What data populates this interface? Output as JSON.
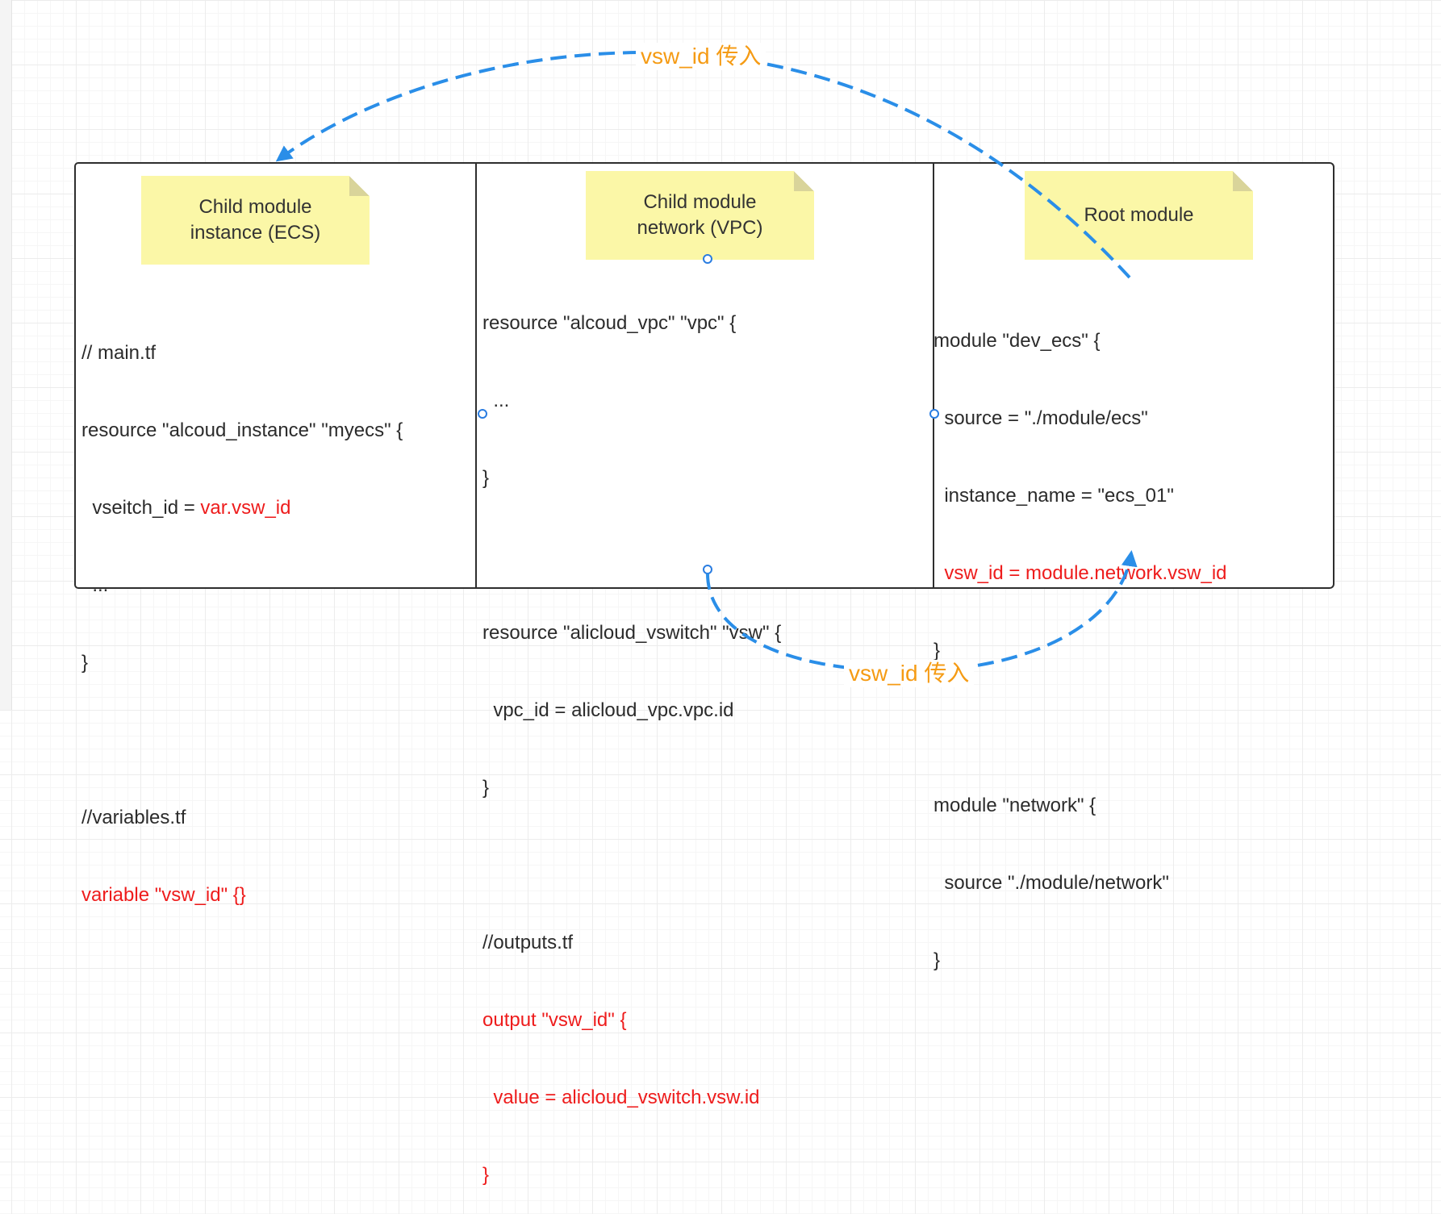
{
  "colors": {
    "panel_border": "#2e2e2e",
    "note_fill": "#fbf7a7",
    "code_text": "#2b2b2b",
    "highlight_text": "#ee1c1c",
    "arrow_stroke": "#2a8ee8",
    "arrow_label": "#f59b14",
    "connector": "#2a7de1"
  },
  "panels": {
    "ecs": {
      "note": "Child module\ninstance (ECS)",
      "code": [
        {
          "text": "// main.tf",
          "highlight": false
        },
        {
          "text": "resource \"alcoud_instance\" \"myecs\" {",
          "highlight": false
        },
        {
          "text": "  vseitch_id = ",
          "highlight": false,
          "suffix": "var.vsw_id"
        },
        {
          "text": "  ...",
          "highlight": false
        },
        {
          "text": "}",
          "highlight": false
        },
        {
          "text": "",
          "highlight": false
        },
        {
          "text": "//variables.tf",
          "highlight": false
        },
        {
          "text": "variable \"vsw_id\" {}",
          "highlight": true
        }
      ]
    },
    "vpc": {
      "note": "Child module\nnetwork (VPC)",
      "code": [
        {
          "text": "resource \"alcoud_vpc\" \"vpc\" {",
          "highlight": false
        },
        {
          "text": "  ...",
          "highlight": false
        },
        {
          "text": "}",
          "highlight": false
        },
        {
          "text": "",
          "highlight": false
        },
        {
          "text": "resource \"alicloud_vswitch\" \"vsw\" {",
          "highlight": false
        },
        {
          "text": "  vpc_id = alicloud_vpc.vpc.id",
          "highlight": false
        },
        {
          "text": "}",
          "highlight": false
        },
        {
          "text": "",
          "highlight": false
        },
        {
          "text": "//outputs.tf",
          "highlight": false
        },
        {
          "text": "output \"vsw_id\" {",
          "highlight": true
        },
        {
          "text": "  value = alicloud_vswitch.vsw.id",
          "highlight": true
        },
        {
          "text": "}",
          "highlight": true
        }
      ]
    },
    "root": {
      "note": "Root module",
      "code": [
        {
          "text": "module \"dev_ecs\" {",
          "highlight": false
        },
        {
          "text": "  source = \"./module/ecs\"",
          "highlight": false
        },
        {
          "text": "  instance_name = \"ecs_01\"",
          "highlight": false
        },
        {
          "text": "  vsw_id = module.network.vsw_id",
          "highlight": true
        },
        {
          "text": "}",
          "highlight": false
        },
        {
          "text": "",
          "highlight": false
        },
        {
          "text": "module \"network\" {",
          "highlight": false
        },
        {
          "text": "  source \"./module/network\"",
          "highlight": false
        },
        {
          "text": "}",
          "highlight": false
        }
      ]
    }
  },
  "edges": {
    "top_label": "vsw_id 传入",
    "bottom_label": "vsw_id 传入"
  }
}
